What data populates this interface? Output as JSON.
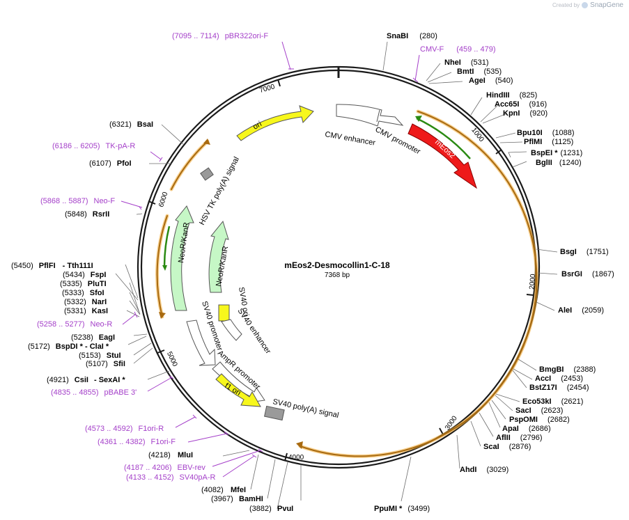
{
  "credit": {
    "text": "Created by",
    "brand": "SnapGene"
  },
  "plasmid": {
    "name": "mEos2-Desmocollin1-C-18",
    "length": "7368 bp"
  },
  "ruler": [
    "1000",
    "2000",
    "3000",
    "4000",
    "5000",
    "6000",
    "7000"
  ],
  "features": {
    "ori": "ori",
    "cmv_enhancer": "CMV enhancer",
    "cmv_promoter": "CMV promoter",
    "meos2": "mEos2",
    "hsv_tk": "HSV TK poly(A) signal",
    "neokanr_outer": "NeoR/KanR",
    "neokanr_inner": "NeoR/KanR",
    "sv40_ori": "SV40 ori",
    "sv40_enhancer": "SV40 enhancer",
    "sv40_promoter": "SV40 promoter",
    "ampr_promoter": "AmpR promoter",
    "f1_ori": "f1 ori",
    "sv40_polya": "SV40 poly(A) signal"
  },
  "colors": {
    "backbone": "#1a1a1a",
    "orf_orange": "#f0a830",
    "primer": "#a43fc9",
    "primer_arrow": "#2a8a12",
    "meos2_red": "#ee1a1a",
    "ori_yellow": "#f7f71c",
    "neo_green": "#c6f7c6",
    "polya_gray": "#9a9a9a"
  },
  "sites": {
    "snabi": {
      "name": "SnaBI",
      "pos": "(280)"
    },
    "nhei": {
      "name": "NheI",
      "pos": "(531)"
    },
    "bmti": {
      "name": "BmtI",
      "pos": "(535)"
    },
    "agei": {
      "name": "AgeI",
      "pos": "(540)"
    },
    "hindiii": {
      "name": "HindIII",
      "pos": "(825)"
    },
    "acc65i": {
      "name": "Acc65I",
      "pos": "(916)"
    },
    "kpni": {
      "name": "KpnI",
      "pos": "(920)"
    },
    "bpu10i": {
      "name": "Bpu10I",
      "pos": "(1088)"
    },
    "pflmi": {
      "name": "PflMI",
      "pos": "(1125)"
    },
    "bspei": {
      "name": "BspEI *",
      "pos": "(1231)"
    },
    "bglii": {
      "name": "BglII",
      "pos": "(1240)"
    },
    "bsgi": {
      "name": "BsgI",
      "pos": "(1751)"
    },
    "bsrgi": {
      "name": "BsrGI",
      "pos": "(1867)"
    },
    "alei": {
      "name": "AleI",
      "pos": "(2059)"
    },
    "bmgbi": {
      "name": "BmgBI",
      "pos": "(2388)"
    },
    "acci": {
      "name": "AccI",
      "pos": "(2453)"
    },
    "bstz17i": {
      "name": "BstZ17I",
      "pos": "(2454)"
    },
    "eco53ki": {
      "name": "Eco53kI",
      "pos": "(2621)"
    },
    "saci": {
      "name": "SacI",
      "pos": "(2623)"
    },
    "pspomi": {
      "name": "PspOMI",
      "pos": "(2682)"
    },
    "apai": {
      "name": "ApaI",
      "pos": "(2686)"
    },
    "aflii": {
      "name": "AflII",
      "pos": "(2796)"
    },
    "scai": {
      "name": "ScaI",
      "pos": "(2876)"
    },
    "ahdi": {
      "name": "AhdI",
      "pos": "(3029)"
    },
    "ppumi": {
      "name": "PpuMI *",
      "pos": "(3499)"
    },
    "pvui": {
      "name": "PvuI",
      "pos": "(3882)"
    },
    "bamhi": {
      "name": "BamHI",
      "pos": "(3967)"
    },
    "mfei": {
      "name": "MfeI",
      "pos": "(4082)"
    },
    "mlui": {
      "name": "MluI",
      "pos": "(4218)"
    },
    "csii": {
      "name": "CsiI",
      "pos": "(4921)"
    },
    "sexai": {
      "name": "- SexAI *",
      "pos": ""
    },
    "sfii": {
      "name": "SfiI",
      "pos": "(5107)"
    },
    "stui": {
      "name": "StuI",
      "pos": "(5153)"
    },
    "bspdi": {
      "name": "BspDI * - ClaI *",
      "pos": "(5172)"
    },
    "eagi": {
      "name": "EagI",
      "pos": "(5238)"
    },
    "kasi": {
      "name": "KasI",
      "pos": "(5331)"
    },
    "nari": {
      "name": "NarI",
      "pos": "(5332)"
    },
    "sfoi": {
      "name": "SfoI",
      "pos": "(5333)"
    },
    "pluti": {
      "name": "PluTI",
      "pos": "(5335)"
    },
    "fspi": {
      "name": "FspI",
      "pos": "(5434)"
    },
    "pflfi": {
      "name": "PflFI",
      "pos": "(5450)"
    },
    "tth111i": {
      "name": "- Tth111I",
      "pos": ""
    },
    "rsrii": {
      "name": "RsrII",
      "pos": "(5848)"
    },
    "pfoi": {
      "name": "PfoI",
      "pos": "(6107)"
    },
    "bsai": {
      "name": "BsaI",
      "pos": "(6321)"
    }
  },
  "primers": {
    "pbr322ori_f": {
      "range": "(7095 .. 7114)",
      "name": "pBR322ori-F"
    },
    "cmv_f": {
      "range": "(459 .. 479)",
      "name": "CMV-F"
    },
    "tk_pa_r": {
      "range": "(6186 .. 6205)",
      "name": "TK-pA-R"
    },
    "neo_f": {
      "range": "(5868 .. 5887)",
      "name": "Neo-F"
    },
    "neo_r": {
      "range": "(5258 .. 5277)",
      "name": "Neo-R"
    },
    "pbabe3": {
      "range": "(4835 .. 4855)",
      "name": "pBABE 3'"
    },
    "f1ori_r": {
      "range": "(4573 .. 4592)",
      "name": "F1ori-R"
    },
    "f1ori_f": {
      "range": "(4361 .. 4382)",
      "name": "F1ori-F"
    },
    "ebv_rev": {
      "range": "(4187 .. 4206)",
      "name": "EBV-rev"
    },
    "sv40pa_r": {
      "range": "(4133 .. 4152)",
      "name": "SV40pA-R"
    }
  }
}
